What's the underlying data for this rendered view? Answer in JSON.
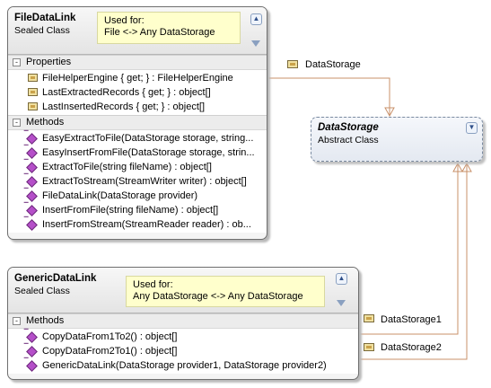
{
  "classes": {
    "file_data_link": {
      "name": "FileDataLink",
      "stereotype": "Sealed Class",
      "note": [
        "Used for:",
        "File <-> Any DataStorage"
      ],
      "sections": {
        "properties_title": "Properties",
        "properties": [
          "FileHelperEngine { get; } : FileHelperEngine",
          "LastExtractedRecords { get; } : object[]",
          "LastInsertedRecords { get; } : object[]"
        ],
        "methods_title": "Methods",
        "methods": [
          "EasyExtractToFile(DataStorage storage, string...",
          "EasyInsertFromFile(DataStorage storage, strin...",
          "ExtractToFile(string fileName) : object[]",
          "ExtractToStream(StreamWriter writer) : object[]",
          "FileDataLink(DataStorage provider)",
          "InsertFromFile(string fileName) : object[]",
          "InsertFromStream(StreamReader reader) : ob..."
        ]
      }
    },
    "generic_data_link": {
      "name": "GenericDataLink",
      "stereotype": "Sealed Class",
      "note": [
        "Used for:",
        "Any DataStorage <-> Any DataStorage"
      ],
      "sections": {
        "methods_title": "Methods",
        "methods": [
          "CopyDataFrom1To2() : object[]",
          "CopyDataFrom2To1() : object[]",
          "GenericDataLink(DataStorage provider1, DataStorage provider2)"
        ]
      }
    },
    "data_storage": {
      "name": "DataStorage",
      "stereotype": "Abstract Class"
    }
  },
  "associations": {
    "file_to_storage": "DataStorage",
    "generic_to_storage_1": "DataStorage1",
    "generic_to_storage_2": "DataStorage2"
  },
  "colors": {
    "connector": "#c8906a",
    "note_background": "#ffffcc",
    "method_icon": "#b54fc9"
  }
}
